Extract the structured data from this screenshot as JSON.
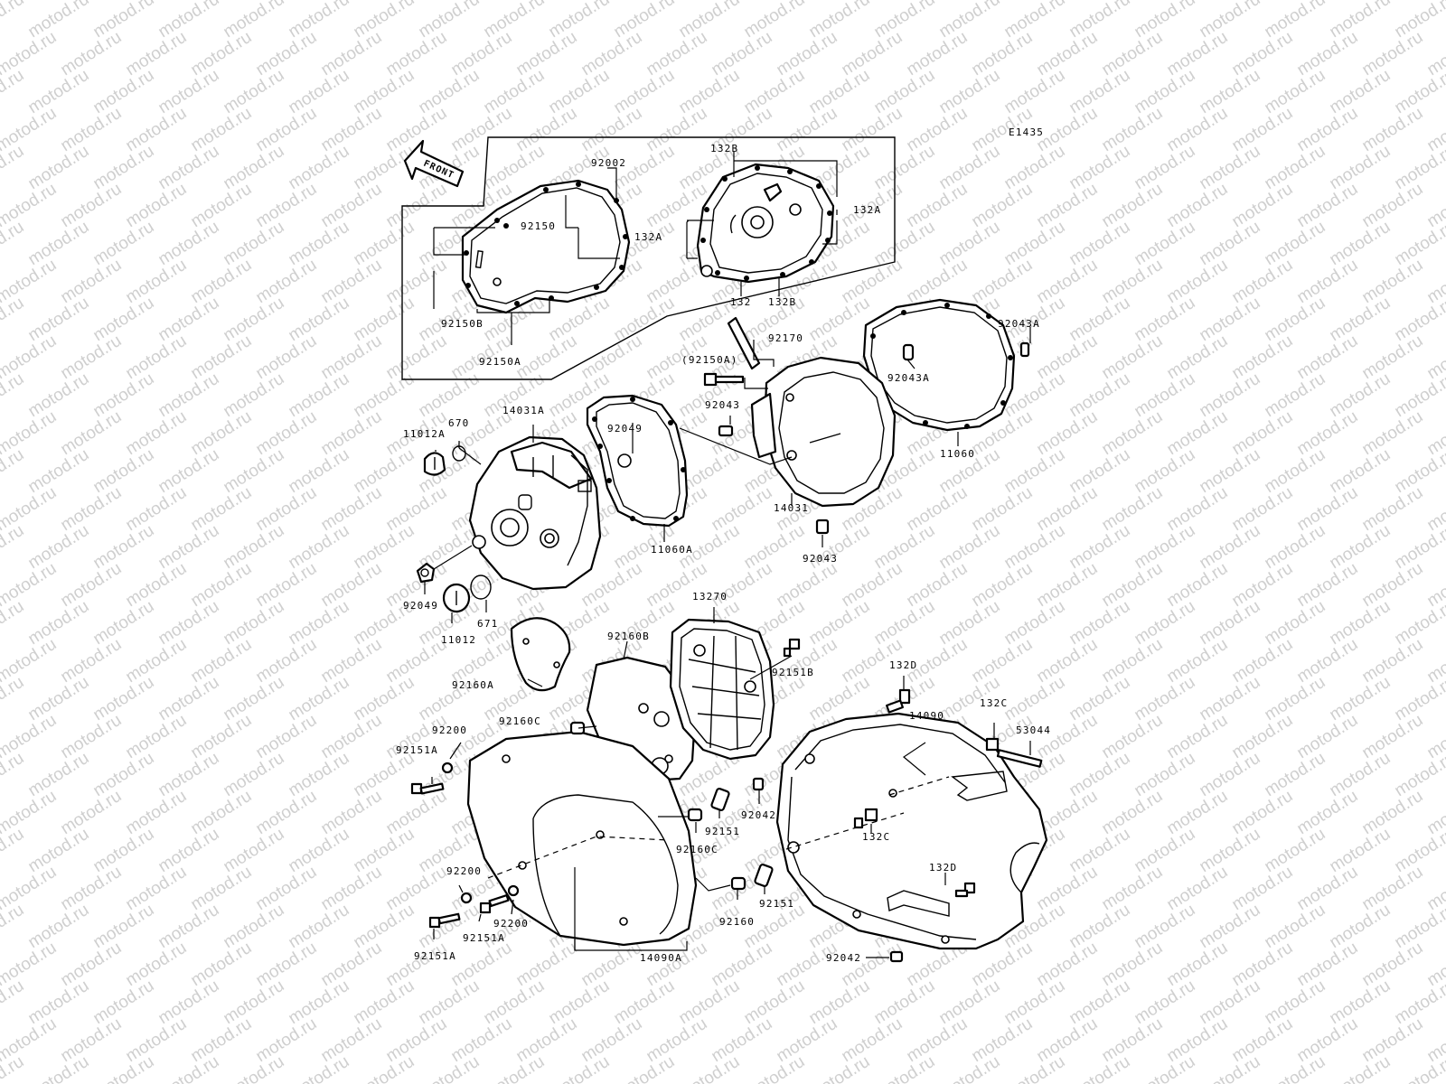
{
  "watermark": "motod.ru",
  "diagram_code": "E1435",
  "front_arrow": "FRONT",
  "colors": {
    "ink": "#000000",
    "paper": "#ffffff",
    "watermark": "#cfcfcf"
  },
  "labels": {
    "l92002": "92002",
    "l132B_top": "132B",
    "l92150": "92150",
    "l132A_left": "132A",
    "l132A_right": "132A",
    "l92150B": "92150B",
    "l92150A": "92150A",
    "l132": "132",
    "l132B_bot": "132B",
    "l92170": "92170",
    "l92043A_top": "92043A",
    "l92150A_par": "(92150A)",
    "l92043A_mid": "92043A",
    "l92043_a": "92043",
    "l14031A": "14031A",
    "l670": "670",
    "l11012A": "11012A",
    "l92049_top": "92049",
    "l11060": "11060",
    "l14031": "14031",
    "l11060A": "11060A",
    "l92043_b": "92043",
    "l92049_bot": "92049",
    "l671": "671",
    "l11012": "11012",
    "l13270": "13270",
    "l92160B": "92160B",
    "l92151B": "92151B",
    "l92160A": "92160A",
    "l132D_top": "132D",
    "l92160C_a": "92160C",
    "l92200_a": "92200",
    "l14090": "14090",
    "l132C_top": "132C",
    "l53044": "53044",
    "l92151A_a": "92151A",
    "l92042_a": "92042",
    "l92151_a": "92151",
    "l92160C_b": "92160C",
    "l132C_mid": "132C",
    "l92200_b": "92200",
    "l132D_bot": "132D",
    "l92151_b": "92151",
    "l92160": "92160",
    "l92200_c": "92200",
    "l92151A_b": "92151A",
    "l92151A_c": "92151A",
    "l92042_b": "92042",
    "l14090A": "14090A"
  }
}
